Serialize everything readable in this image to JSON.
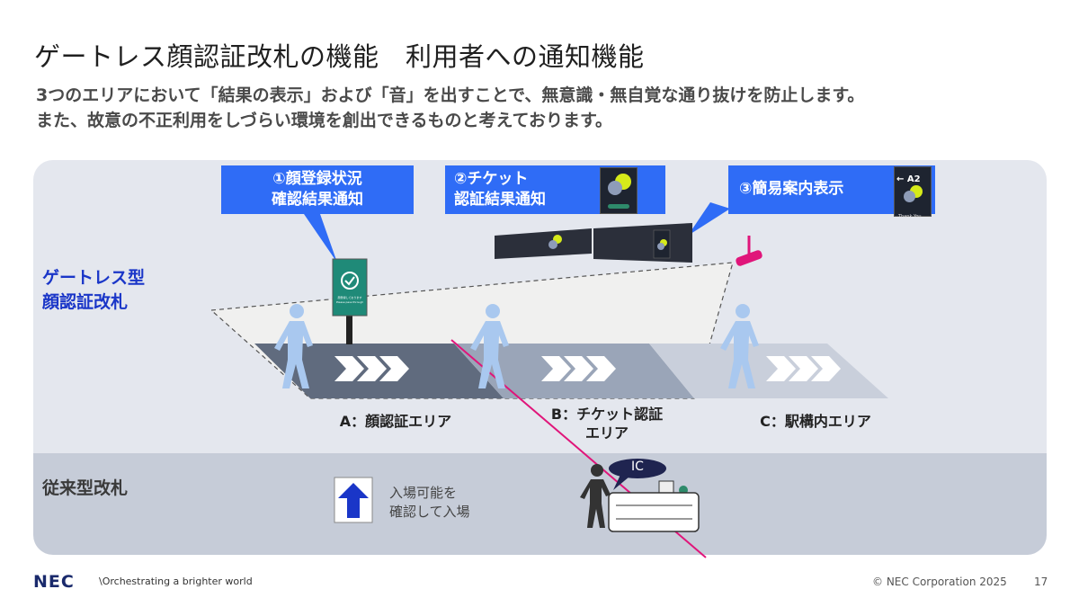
{
  "title": "ゲートレス顔認証改札の機能　利用者への通知機能",
  "subtitle_lines": [
    "3つのエリアにおいて「結果の表示」および「音」を出すことで、無意識・無自覚な通り抜けを防止します。",
    "また、故意の不正利用をしづらい環境を創出できるものと考えております。"
  ],
  "section_gateless": [
    "ゲートレス型",
    "顔認証改札"
  ],
  "section_legacy": "従来型改札",
  "callouts": {
    "c1": [
      "①顔登録状況",
      "確認結果通知"
    ],
    "c2": [
      "②チケット",
      "認証結果通知"
    ],
    "c3": "③簡易案内表示"
  },
  "screen_c3": {
    "direction": "← A2",
    "thanks": "Thank You"
  },
  "gate_sign_caption": [
    "顔登録しております",
    "Please pass through"
  ],
  "areas": {
    "a": "A：顔認証エリア",
    "b": [
      "B：チケット認証",
      "エリア"
    ],
    "c": "C：駅構内エリア"
  },
  "ic_label": "IC",
  "enter_text": [
    "入場可能を",
    "確認して入場"
  ],
  "footer": {
    "logo": "NEC",
    "tagline": "\\Orchestrating a brighter world",
    "copyright": "© NEC Corporation 2025",
    "page": "17"
  },
  "colors": {
    "callout": "#2f6cf6",
    "section_label": "#1a36c8",
    "accent_line": "#e0157a",
    "gate_sign": "#1f8a78",
    "person": "#a9c8ef"
  }
}
